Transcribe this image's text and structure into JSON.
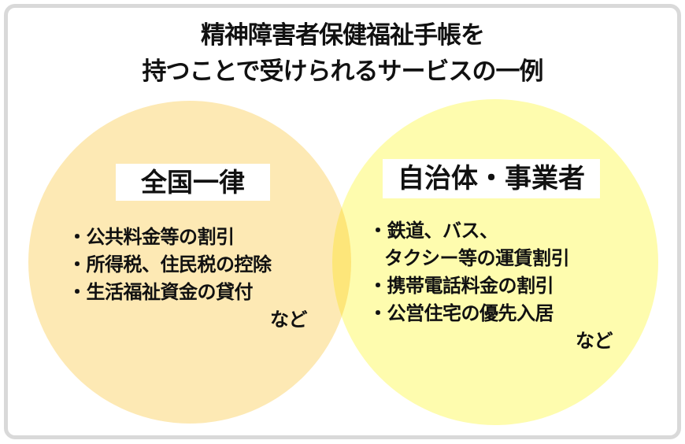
{
  "title": {
    "line1": "精神障害者保健福祉手帳を",
    "line2": "持つことで受けられるサービスの一例"
  },
  "colors": {
    "left_circle": "#fde9b4",
    "right_circle": "#fefcae",
    "overlap": "#fde67a",
    "frame_border": "#d9d9d9",
    "label_bg": "#ffffff",
    "text": "#111111"
  },
  "venn": {
    "left": {
      "label": "全国一律",
      "items": [
        "・公共料金等の割引",
        "・所得税、住民税の控除",
        "・生活福祉資金の貸付"
      ],
      "etc": "など"
    },
    "right": {
      "label": "自治体・事業者",
      "items": [
        "・鉄道、バス、",
        "タクシー等の運賃割引",
        "・携帯電話料金の割引",
        "・公営住宅の優先入居"
      ],
      "etc": "など"
    }
  }
}
